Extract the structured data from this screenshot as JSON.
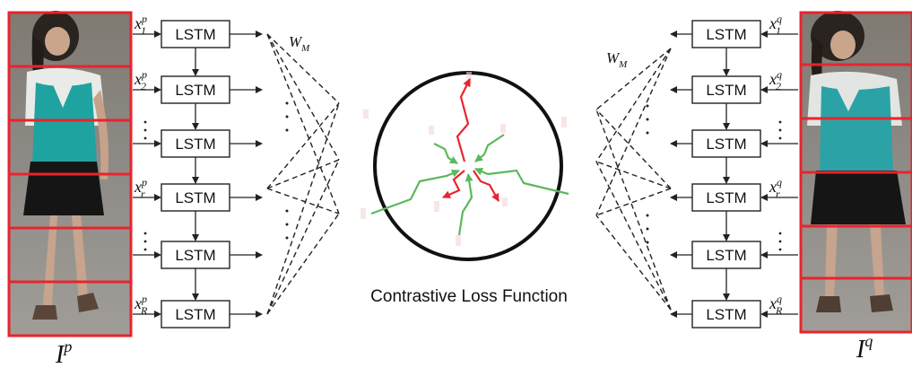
{
  "lstm_label": "LSTM",
  "caption": "Contrastive Loss Function",
  "left": {
    "image_label_base": "I",
    "image_label_sup": "p",
    "weight_label_base": "W",
    "weight_label_sub": "M",
    "input_labels": [
      {
        "base": "x",
        "sup": "p",
        "sub": "1"
      },
      {
        "base": "x",
        "sup": "p",
        "sub": "2"
      },
      {
        "base": "",
        "sup": "",
        "sub": ""
      },
      {
        "base": "x",
        "sup": "p",
        "sub": "r"
      },
      {
        "base": "",
        "sup": "",
        "sub": ""
      },
      {
        "base": "x",
        "sup": "p",
        "sub": "R"
      }
    ]
  },
  "right": {
    "image_label_base": "I",
    "image_label_sup": "q",
    "weight_label_base": "W",
    "weight_label_sub": "M",
    "input_labels": [
      {
        "base": "x",
        "sup": "q",
        "sub": "1"
      },
      {
        "base": "x",
        "sup": "q",
        "sub": "2"
      },
      {
        "base": "",
        "sup": "",
        "sub": ""
      },
      {
        "base": "x",
        "sup": "q",
        "sub": "r"
      },
      {
        "base": "",
        "sup": "",
        "sub": ""
      },
      {
        "base": "x",
        "sup": "q",
        "sub": "R"
      }
    ]
  },
  "colors": {
    "frame_red": "#e8242e",
    "arrow_red": "#e8242e",
    "arrow_green": "#5cb85c",
    "line_black": "#222222"
  }
}
